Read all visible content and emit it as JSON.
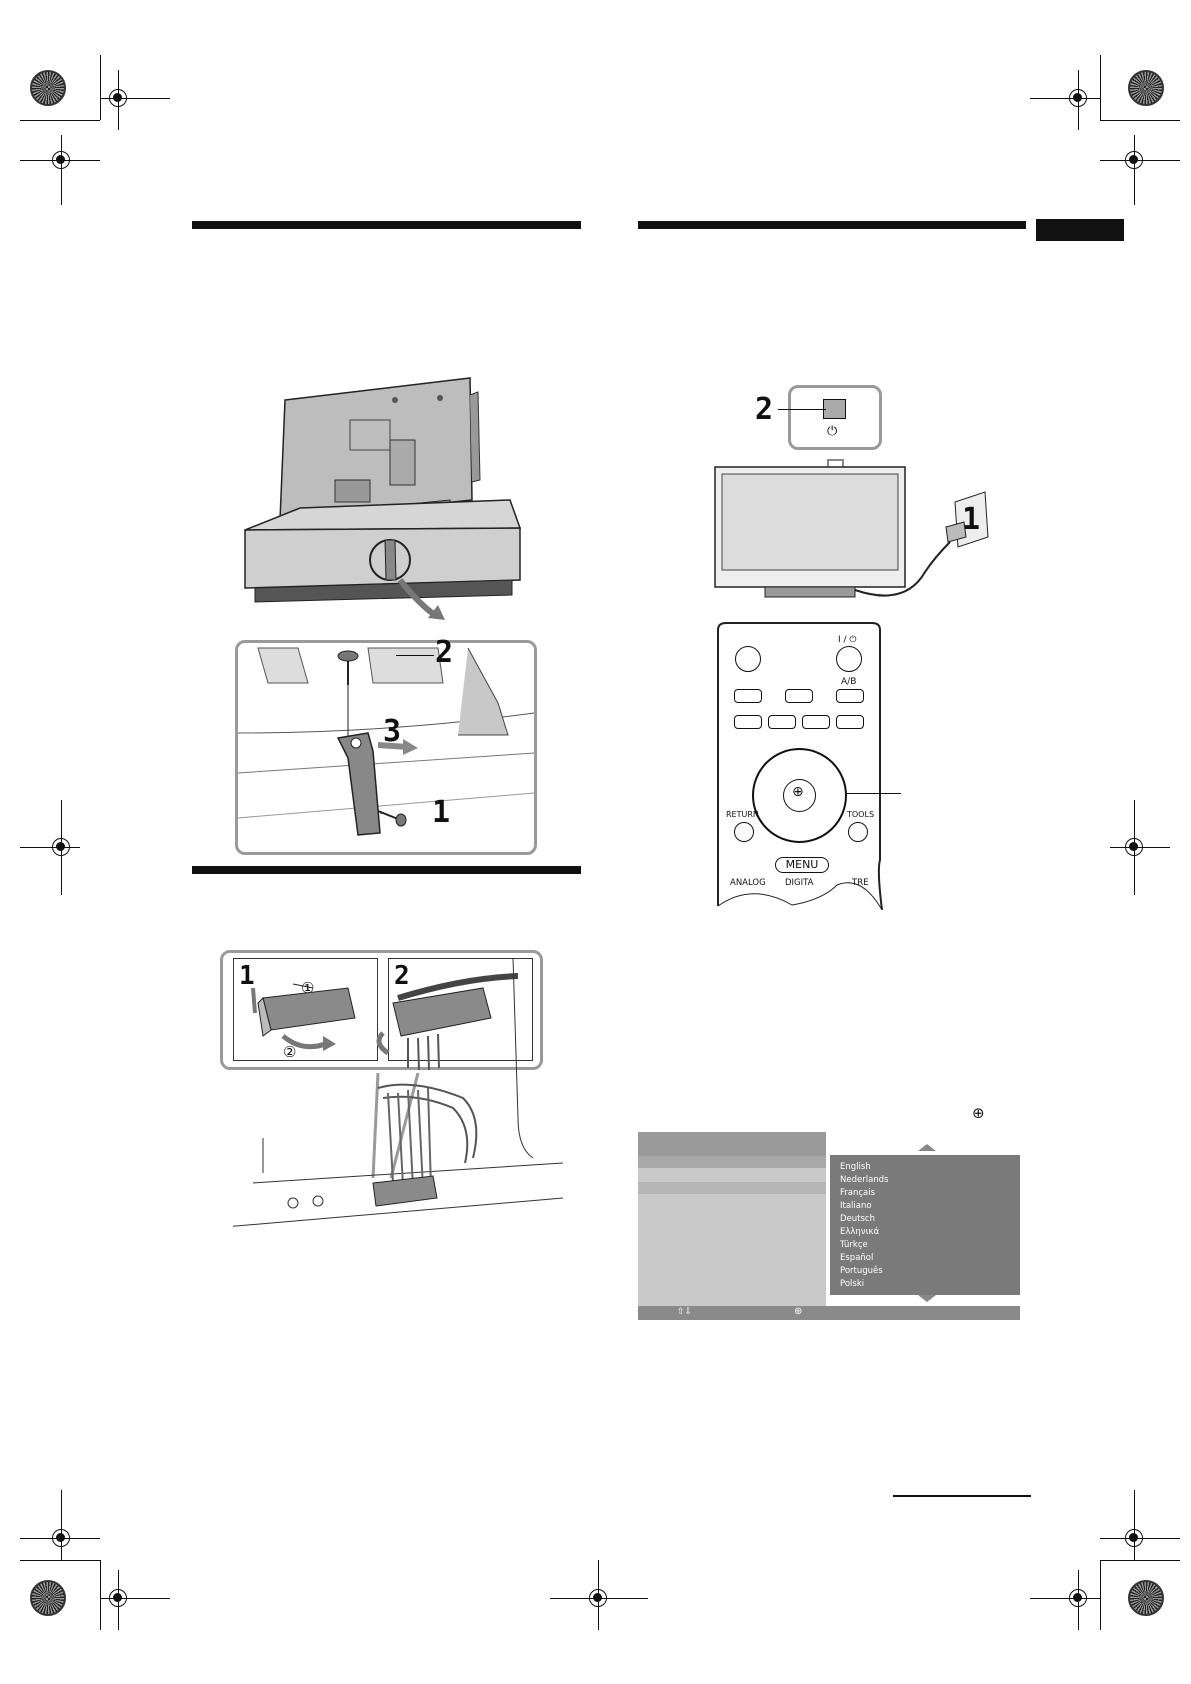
{
  "figures": {
    "tv_stand": {
      "callouts": [
        "2",
        "3",
        "1"
      ]
    },
    "cable_holder": {
      "callouts": [
        "1",
        "2"
      ],
      "sub_callouts": [
        "①",
        "②"
      ]
    },
    "power_on": {
      "callouts": [
        "2",
        "1"
      ],
      "power_symbol": "⏻"
    },
    "remote": {
      "buttons": {
        "return": "RETURN",
        "tools": "TOOLS",
        "menu": "MENU",
        "analog": "ANALOG",
        "digital": "DIGITA",
        "centre": "TRE",
        "ab": "A/B",
        "power": "I / ⏻"
      }
    }
  },
  "language_menu": {
    "options": [
      "English",
      "Nederlands",
      "Français",
      "Italiano",
      "Deutsch",
      "Ελληνικά",
      "Türkçe",
      "Español",
      "Português",
      "Polski"
    ]
  },
  "icons": {
    "select_icon": "⊕"
  }
}
